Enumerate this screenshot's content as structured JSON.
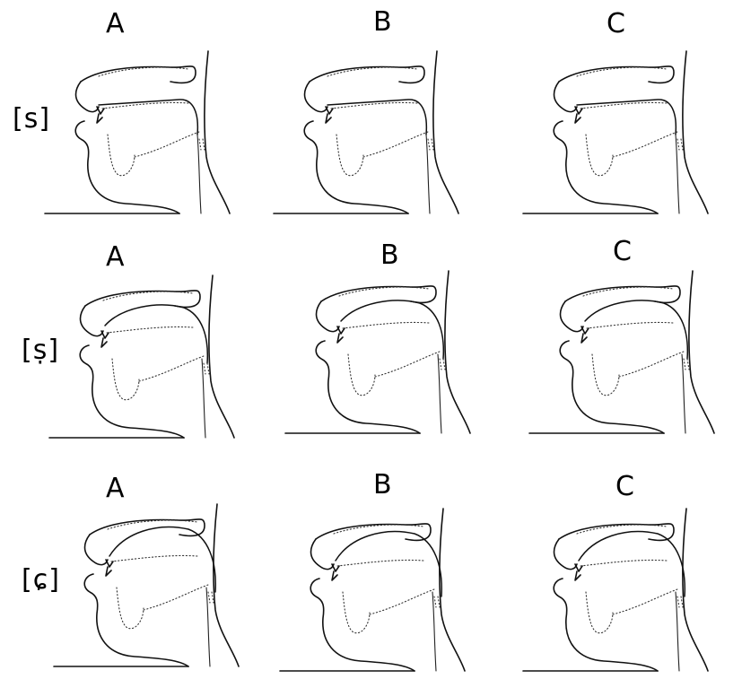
{
  "rows": [
    {
      "label": "[s]",
      "panels": [
        {
          "label": "A",
          "variant": "s"
        },
        {
          "label": "B",
          "variant": "s"
        },
        {
          "label": "C",
          "variant": "s"
        }
      ]
    },
    {
      "label": "[ṣ]",
      "panels": [
        {
          "label": "A",
          "variant": "retro"
        },
        {
          "label": "B",
          "variant": "retro"
        },
        {
          "label": "C",
          "variant": "retro"
        }
      ]
    },
    {
      "label": "[ɕ]",
      "panels": [
        {
          "label": "A",
          "variant": "pal"
        },
        {
          "label": "B",
          "variant": "pal"
        },
        {
          "label": "C",
          "variant": "pal"
        }
      ]
    }
  ]
}
